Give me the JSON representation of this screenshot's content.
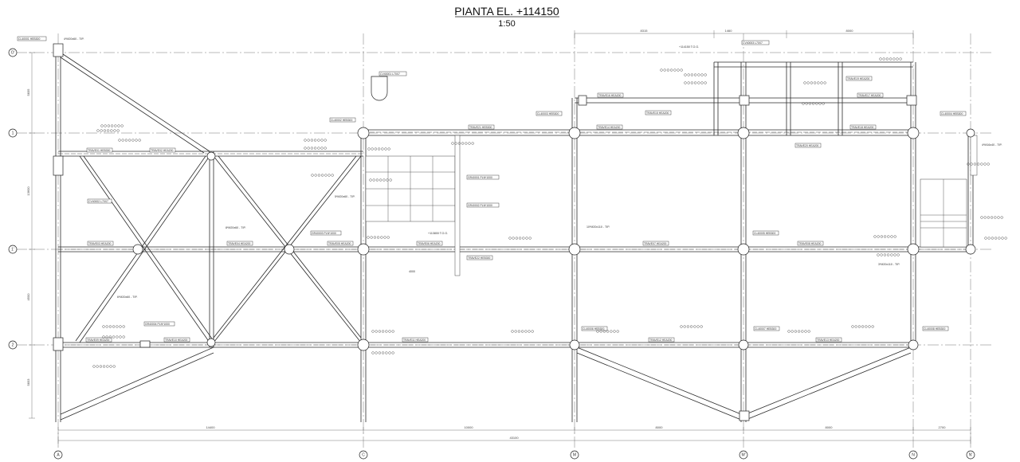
{
  "drawing": {
    "title": "PIANTA EL. +114150",
    "scale": "1:50",
    "elevation_note": "+114150 T.O.G.",
    "elevation_note_2": "+113800 T.O.G.",
    "grid_axes_vertical": [
      "A",
      "C",
      "M",
      "M'",
      "N",
      "N'"
    ],
    "grid_axes_horizontal": [
      "O'",
      "1",
      "1'",
      "2"
    ],
    "dimensions_bottom": [
      "14400",
      "10000",
      "8000",
      "8000",
      "2700"
    ],
    "dimension_total": "43100",
    "dimensions_top": [
      "8315",
      "1460",
      "8000"
    ],
    "dimensions_left": [
      "5835",
      "13600",
      "4500",
      "5833"
    ],
    "dimension_stair": "4000",
    "member_tags": [
      "TRAVE01 HEB300",
      "TRAVE02 HEA200",
      "TRAVE03 HEA200",
      "TRAVE04 HEA200",
      "TRAVE05 HEA200",
      "TRAVE06 HEA200",
      "TRAVE07 HEA200",
      "TRAVE08 HEA200",
      "TRAVE09 HEA200",
      "TRAVE10 HEA200",
      "TRAVE11 HEA200",
      "TRAVE12 HEA200",
      "TRAVE13 HEA200",
      "TRAVE14 HEA200",
      "TRAVE15 HEA200",
      "TRAVE16 HEA200",
      "TRAVE17 HEA200",
      "TRAVE18 HEA200",
      "TRAVE19 HEA200",
      "TRAVE20 HEA200",
      "TRAVE21 HEB300",
      "TRAVE22 HEB300"
    ],
    "column_tags": [
      "CL40001 HEB300",
      "CL40002 HEB300",
      "CL40003 HEB300",
      "CL40004 HEB300",
      "CL40005 HEB300",
      "CL40006 HEB300",
      "CL40007 HEB300",
      "CL40008 HEB300"
    ],
    "brace_tags": [
      "CV40001 L70X7",
      "CV40002 L70X7",
      "CV40003 L70X7"
    ],
    "plate_tags": [
      "GR40001 PLN*1000",
      "GR40002 PLN*1000",
      "GR40003 PLN*1000",
      "GR40004 PLN*1000"
    ],
    "weld_notes": [
      "4*M20x60 - TIP.",
      "5*M20x60 - TIP.",
      "6*M20x60 - TIP.",
      "8*M20x60 - TIP.",
      "10*M20x110 - TIP.",
      "3*M20x110 - TIP.",
      "4*M16x40 - TIP."
    ]
  }
}
